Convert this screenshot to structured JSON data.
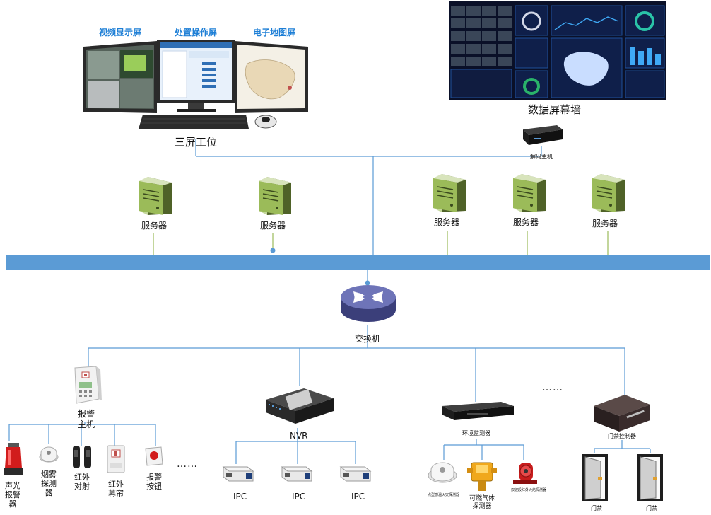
{
  "screens": {
    "video": "视频显示屏",
    "operation": "处置操作屏",
    "map": "电子地图屏"
  },
  "workstation": "三屏工位",
  "video_wall": "数据屏幕墙",
  "decoder": "解码主机",
  "servers": [
    "服务器",
    "服务器",
    "服务器",
    "服务器",
    "服务器"
  ],
  "switch": "交换机",
  "alarm_host": "报警主机",
  "sensors": [
    "声光报警器",
    "烟雾探测器",
    "红外对射",
    "红外幕帘",
    "报警按钮"
  ],
  "nvr": "NVR",
  "ipc": [
    "IPC",
    "IPC",
    "IPC"
  ],
  "env_monitor": "环境监测器",
  "env_sensors": [
    "点型感温火灾探测器",
    "可燃气体探测器",
    "双波段红外火焰探测器"
  ],
  "access_controller": "门禁控制器",
  "doors": [
    "门禁",
    "门禁"
  ],
  "more": "……",
  "colors": {
    "wire": "#5b9bd5",
    "bus": "#5b9bd5",
    "screen_blue": "#1e7fd6",
    "server_green": "#9bbb59"
  }
}
